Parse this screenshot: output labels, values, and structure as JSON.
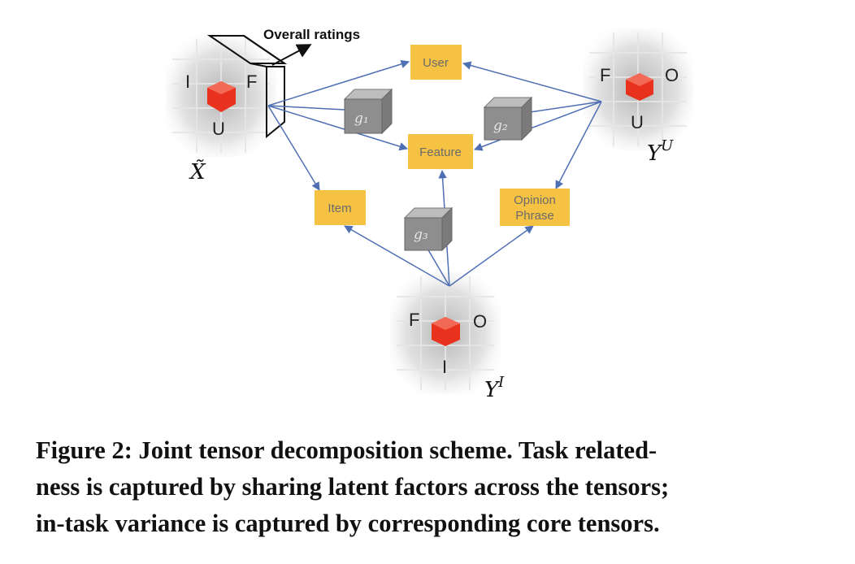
{
  "figure": {
    "callout": "Overall ratings",
    "factor_boxes": {
      "user": "User",
      "feature": "Feature",
      "item": "Item",
      "opinion_line1": "Opinion",
      "opinion_line2": "Phrase"
    },
    "core_tensors": {
      "g1": "g₁",
      "g2": "g₂",
      "g3": "g₃"
    },
    "tensor_x": {
      "name": "X̃",
      "top_left": "I",
      "top_right": "F",
      "bottom": "U"
    },
    "tensor_yu": {
      "name": "Y",
      "superscript": "U",
      "top_left": "F",
      "top_right": "O",
      "bottom": "U"
    },
    "tensor_yi": {
      "name": "Y",
      "superscript": "I",
      "top_left": "F",
      "top_right": "O",
      "bottom": "I"
    },
    "colors": {
      "factor_box": "#f5c244",
      "factor_text": "#6b6b6b",
      "edge": "#4f6fb4",
      "core": "#8e8e8e",
      "highlight": "#e8321e"
    }
  },
  "caption": {
    "line1": "Figure 2: Joint tensor decomposition scheme. Task related-",
    "line2": "ness is captured by sharing latent factors across the tensors;",
    "line3": "in-task variance is captured by corresponding core tensors."
  }
}
